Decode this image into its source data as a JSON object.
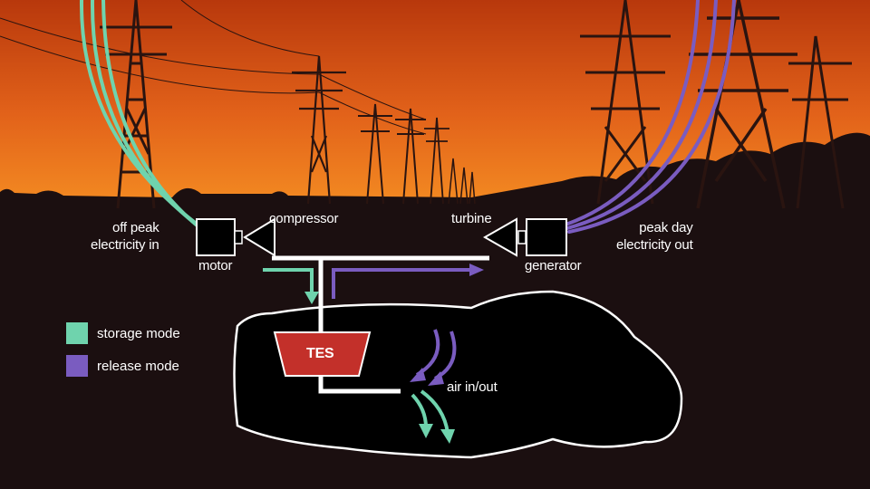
{
  "labels": {
    "off_peak_line1": "off peak",
    "off_peak_line2": "electricity in",
    "motor": "motor",
    "compressor": "compressor",
    "turbine": "turbine",
    "generator": "generator",
    "peak_day_line1": "peak day",
    "peak_day_line2": "electricity out",
    "tes": "TES",
    "air": "air in/out"
  },
  "legend": [
    {
      "label": "storage mode",
      "color": "#6fd3ad"
    },
    {
      "label": "release mode",
      "color": "#7a5cc0"
    }
  ],
  "colors": {
    "storage": "#6fd3ad",
    "release": "#7a5cc0",
    "tes_fill": "#c3302a",
    "cavern": "#000000",
    "sky_top": "#c63e0a",
    "sky_bottom": "#f1861a",
    "ground": "#1b0f10"
  }
}
